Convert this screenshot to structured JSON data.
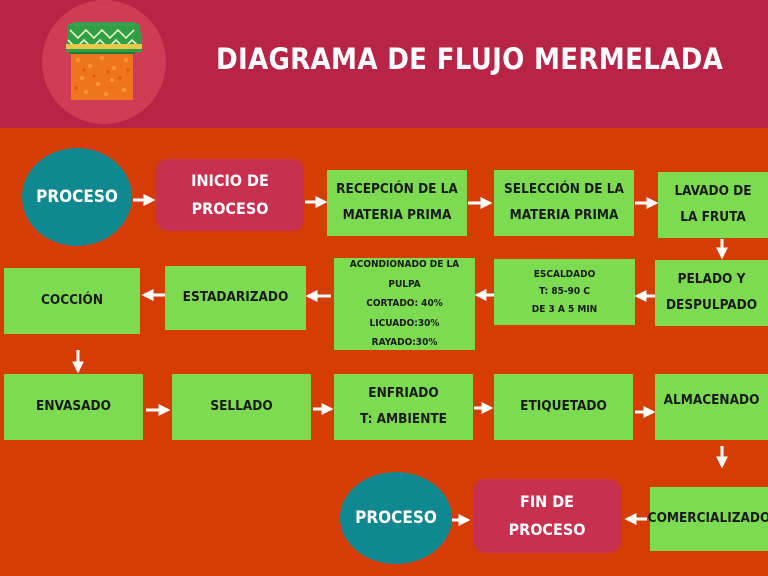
{
  "title": "DIAGRAMA DE FLUJO MERMELADA",
  "colors": {
    "background": "#d63c05",
    "header": "#b82445",
    "step": "#7ddb52",
    "start_end": "#c7304f",
    "proceso": "#10888f",
    "arrow": "#ffffff"
  },
  "logo_icon": "jam-jar-icon",
  "nodes": {
    "proceso_top": [
      "PROCESO"
    ],
    "inicio": [
      "INICIO DE",
      "PROCESO"
    ],
    "recepcion": [
      "RECEPCIÓN DE LA",
      "MATERIA PRIMA"
    ],
    "seleccion": [
      "SELECCIÓN DE LA",
      "MATERIA PRIMA"
    ],
    "lavado": [
      "LAVADO DE",
      "LA FRUTA"
    ],
    "pelado": [
      "PELADO Y",
      "DESPULPADO"
    ],
    "escaldado": [
      "ESCALDADO",
      "T: 85-90 C",
      "DE 3 A 5 MIN"
    ],
    "acondionado": [
      "ACONDIONADO DE LA PULPA",
      "CORTADO: 40%",
      "LICUADO:30%",
      "RAYADO:30%"
    ],
    "estadarizado": [
      "ESTADARIZADO"
    ],
    "coccion": [
      "COCCIÓN"
    ],
    "envasado": [
      "ENVASADO"
    ],
    "sellado": [
      "SELLADO"
    ],
    "enfriado": [
      "ENFRIADO",
      "T: AMBIENTE"
    ],
    "etiquetado": [
      "ETIQUETADO"
    ],
    "almacenado": [
      "ALMACENADO"
    ],
    "comercializado": [
      "COMERCIALIZADO"
    ],
    "fin": [
      "FIN DE",
      "PROCESO"
    ],
    "proceso_bottom": [
      "PROCESO"
    ]
  }
}
